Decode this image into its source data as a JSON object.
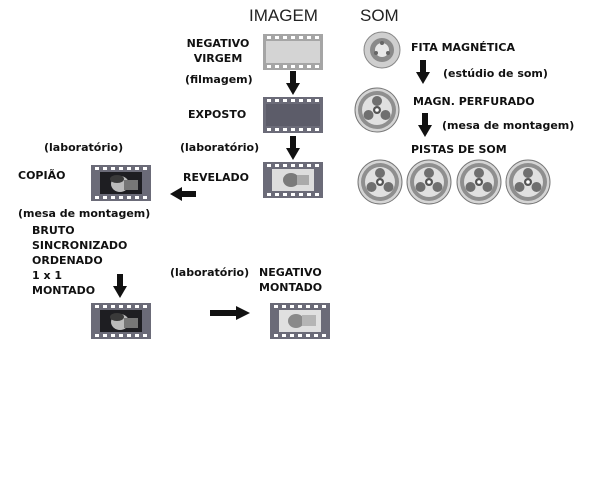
{
  "headers": {
    "image": "IMAGEM",
    "sound": "SOM"
  },
  "image_column": {
    "negativo_virgem": "NEGATIVO\nVIRGEM",
    "filmagem": "(filmagem)",
    "exposto": "EXPOSTO",
    "laboratorio_1": "(laboratório)",
    "revelado": "REVELADO",
    "laboratorio_2": "(laboratório)",
    "copiao": "COPIÃO",
    "mesa_montagem": "(mesa de montagem)",
    "edit_steps": "BRUTO\nSINCRONIZADO\nORDENADO\n1 x 1\nMONTADO",
    "laboratorio_3": "(laboratório)",
    "negativo_montado": "NEGATIVO\nMONTADO"
  },
  "sound_column": {
    "fita_magnetica": "FITA MAGNÉTICA",
    "estudio_som": "(estúdio de som)",
    "magn_perfurado": "MAGN. PERFURADO",
    "mesa_montagem": "(mesa de montagem)",
    "pistas_som": "PISTAS DE SOM"
  },
  "colors": {
    "arrow": "#111111",
    "film_frame": "#6b6b78",
    "film_blank": "#c8c8c8",
    "reel": "#9a9a9a"
  }
}
